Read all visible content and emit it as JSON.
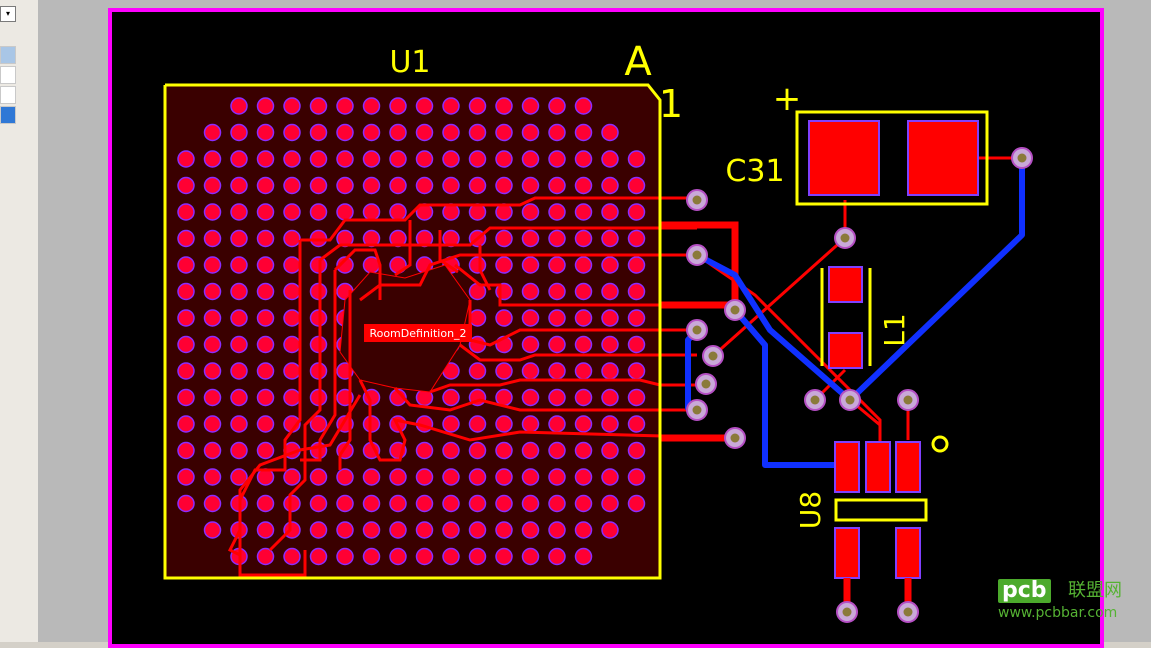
{
  "left_panel": {
    "dropdown_arrow": "▾"
  },
  "colors": {
    "board_background": "#000000",
    "board_outline": "#ff00ff",
    "silkscreen": "#ffff00",
    "top_copper": "#ff0000",
    "bottom_copper": "#1030ff",
    "via_ring": "#b54fc4",
    "via_hole": "#8a7a3a"
  },
  "pcb": {
    "components": {
      "u1": {
        "designator": "U1",
        "pin1_marker": "A",
        "pin1_number": "1"
      },
      "c31": {
        "designator": "C31",
        "polarity": "+"
      },
      "l1": {
        "designator": "L1"
      },
      "u8": {
        "designator": "U8",
        "pin1_dot": "•"
      }
    },
    "room": {
      "label": "RoomDefinition_2"
    }
  },
  "watermark": {
    "logo_text": "pcb",
    "chinese_text": "联盟网",
    "url": "www.pcbbar.com"
  }
}
